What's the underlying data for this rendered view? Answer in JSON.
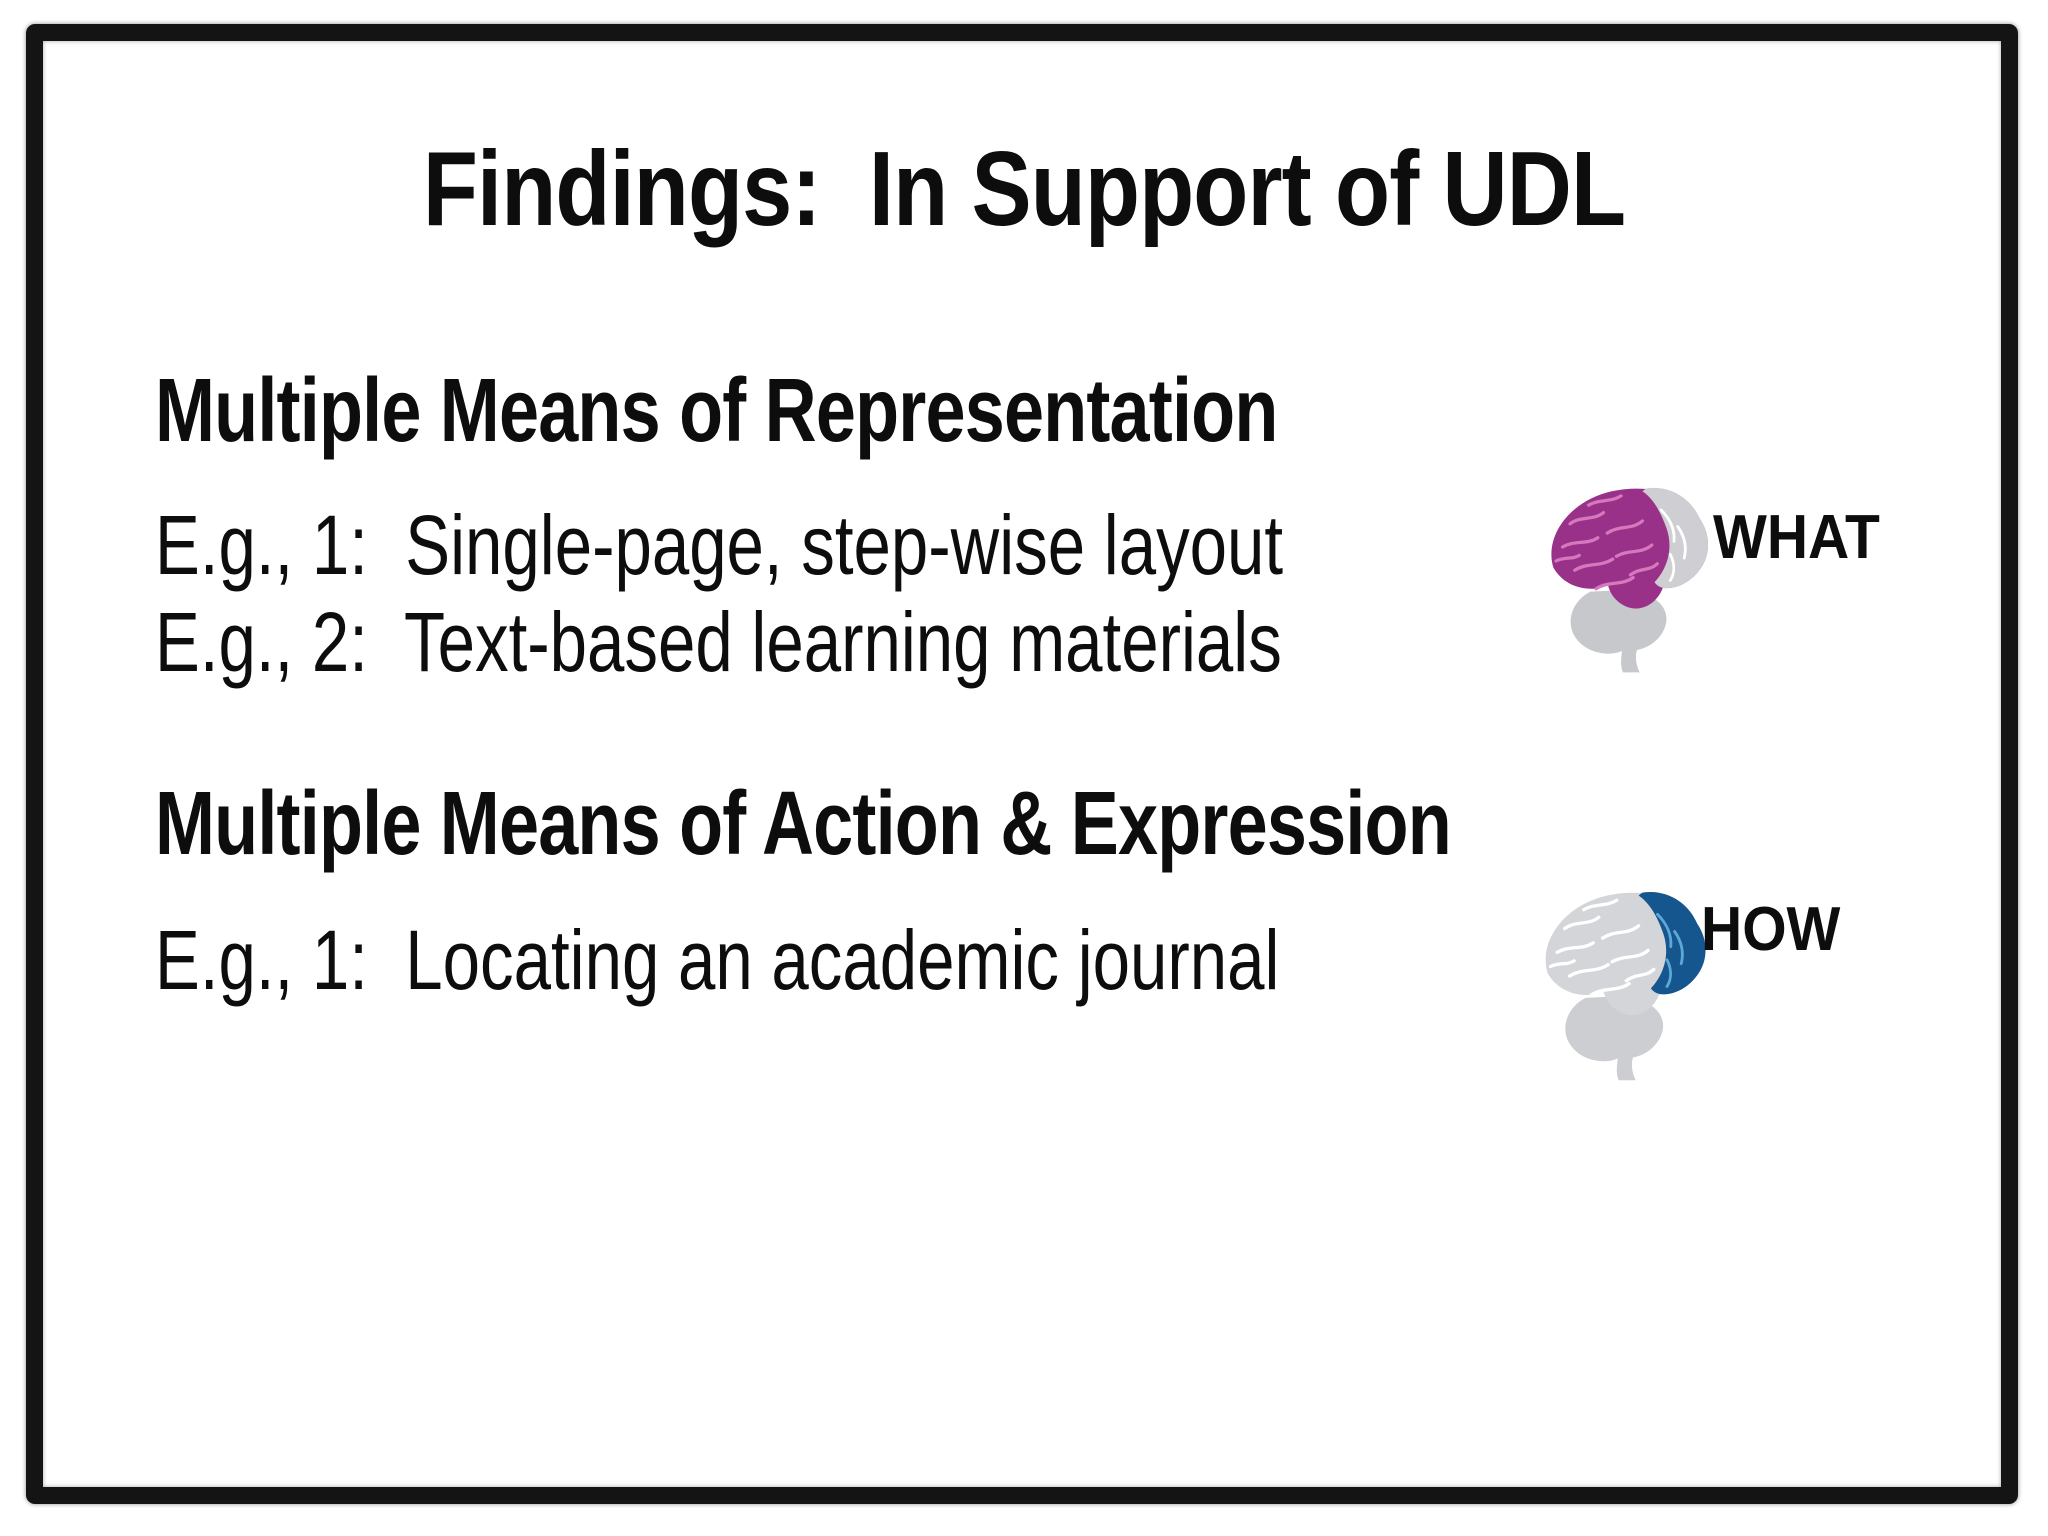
{
  "slide": {
    "title": "Findings:  In Support of UDL",
    "background_color": "#ffffff",
    "frame_border_color": "#141414",
    "text_color": "#0d0d0d",
    "sections": [
      {
        "heading": "Multiple Means of Representation",
        "examples": [
          "E.g., 1:  Single-page, step-wise layout",
          "E.g., 2:  Text-based learning materials"
        ]
      },
      {
        "heading": "Multiple Means of Action & Expression",
        "examples": [
          "E.g., 1:  Locating an academic journal"
        ]
      }
    ]
  },
  "brains": {
    "what": {
      "label": "WHAT",
      "stem_color": "#c6c8cb",
      "back_color": "#993189",
      "back_line_color": "#d678bd",
      "front_color": "#cfcfd3",
      "front_line_color": "#ffffff"
    },
    "how": {
      "label": "HOW",
      "stem_color": "#cdced1",
      "back_color": "#d4d5d8",
      "back_line_color": "#ffffff",
      "front_color": "#15568f",
      "front_line_color": "#5ea8d6"
    }
  }
}
